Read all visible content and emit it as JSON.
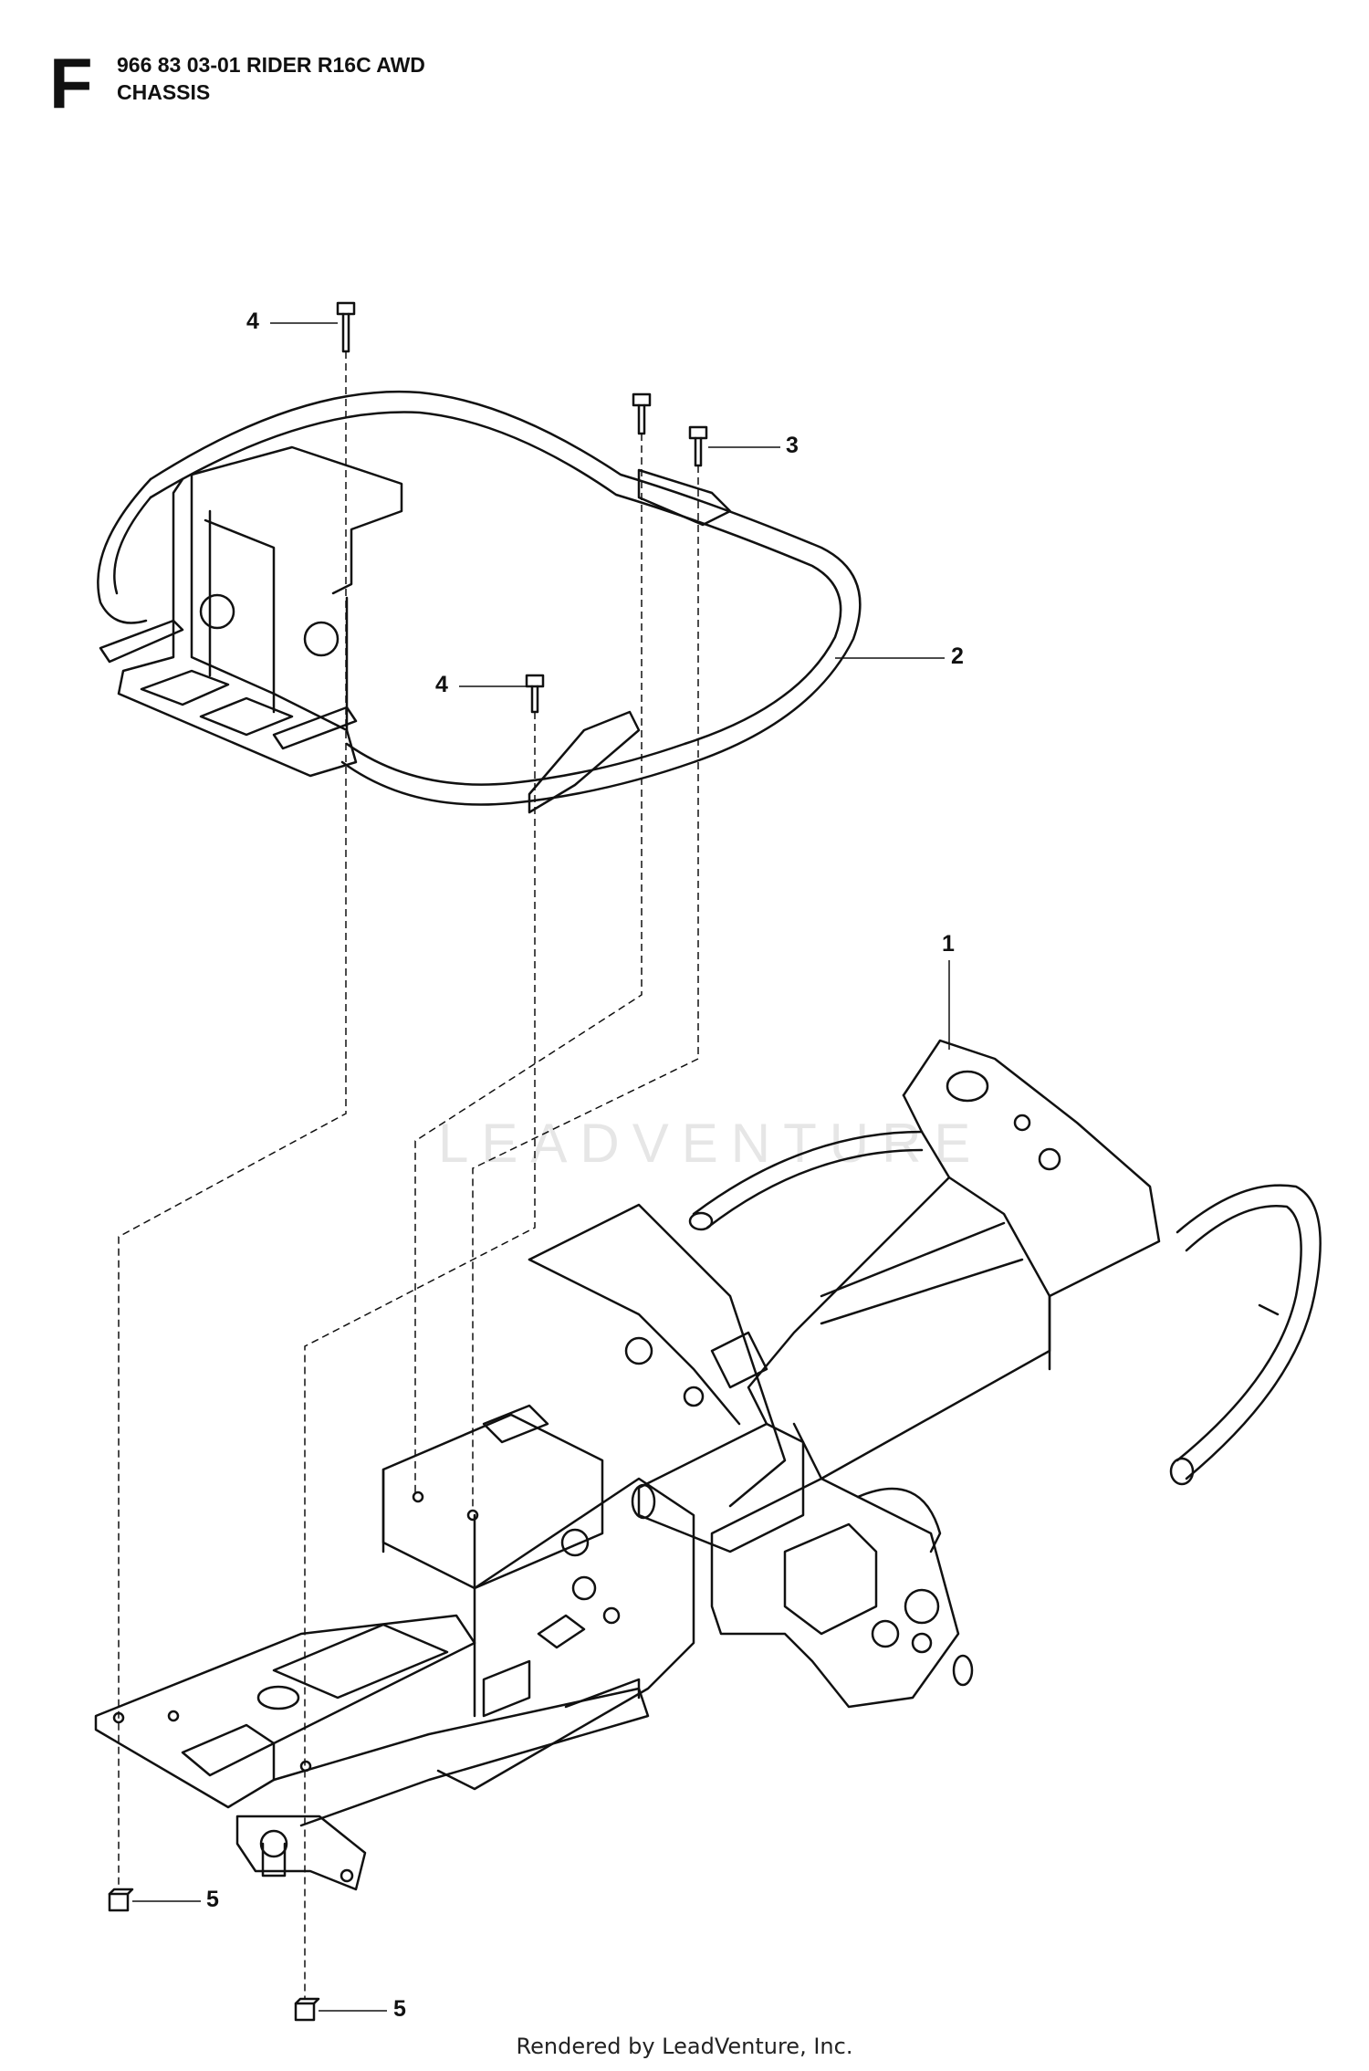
{
  "header": {
    "section_letter": "F",
    "model_line": "966 83 03-01 RIDER R16C AWD",
    "section_name": "CHASSIS"
  },
  "callouts": [
    {
      "id": "c4a",
      "label": "4"
    },
    {
      "id": "c3",
      "label": "3"
    },
    {
      "id": "c2",
      "label": "2"
    },
    {
      "id": "c4b",
      "label": "4"
    },
    {
      "id": "c1",
      "label": "1"
    },
    {
      "id": "c5a",
      "label": "5"
    },
    {
      "id": "c5b",
      "label": "5"
    }
  ],
  "watermark": "LEADVENTURE",
  "footer": "Rendered by LeadVenture, Inc."
}
